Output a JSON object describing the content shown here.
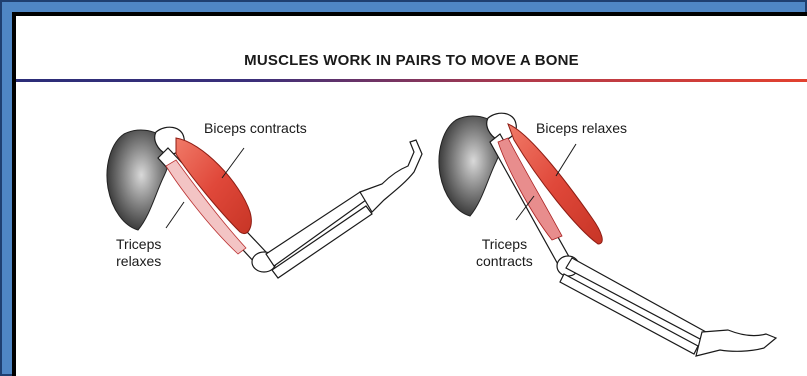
{
  "title": "MUSCLES WORK IN PAIRS TO MOVE A BONE",
  "colors": {
    "frame": "#4f86c4",
    "muscle": "#e0483a",
    "bone_fill": "#ffffff",
    "bone_outline": "#1a1a1a",
    "scapula": "#6b6b6b",
    "rule_start": "#2b2d78",
    "rule_end": "#e2412f"
  },
  "panels": [
    {
      "state": "flexed",
      "biceps_label": "Biceps contracts",
      "triceps_label": [
        "Triceps",
        "relaxes"
      ]
    },
    {
      "state": "extended",
      "biceps_label": "Biceps relaxes",
      "triceps_label": [
        "Triceps",
        "contracts"
      ]
    }
  ]
}
